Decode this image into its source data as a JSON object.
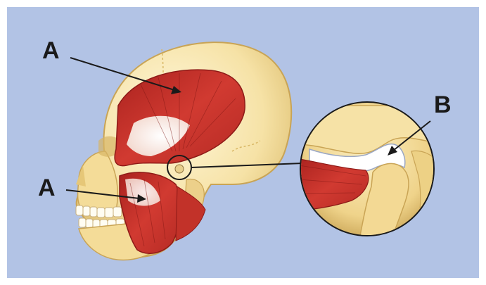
{
  "labels": {
    "temporalis": "A",
    "masseter": "A",
    "joint": "B"
  },
  "colors": {
    "background": "#b2c3e5",
    "frame": "#ffffff",
    "bone_light": "#fbeec0",
    "bone_mid": "#f2d98e",
    "bone_shadow": "#d9b866",
    "muscle": "#c8302a",
    "muscle_dark": "#9e1f1c",
    "tendon": "#fff7e6",
    "label": "#1a1a1a"
  },
  "icons": [
    "skull-illustration",
    "joint-magnifier-circle",
    "pointer-arrow"
  ]
}
